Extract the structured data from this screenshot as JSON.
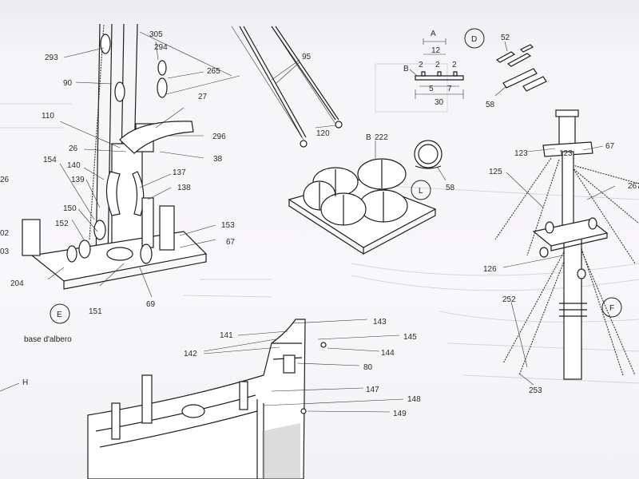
{
  "labels": {
    "mast_base": [
      "293",
      "305",
      "294",
      "265",
      "90",
      "27",
      "110",
      "296",
      "26",
      "38",
      "154",
      "140",
      "137",
      "139",
      "138",
      "150",
      "152",
      "153",
      "67",
      "204",
      "151",
      "69",
      "26",
      "02",
      "03"
    ],
    "center_top": [
      "95",
      "120"
    ],
    "barrels": [
      "B",
      "222",
      "58"
    ],
    "dimensions": {
      "A": "A",
      "B": "B",
      "v12": "12",
      "v2a": "2",
      "v2b": "2",
      "v2c": "2",
      "v5": "5",
      "v7": "7",
      "v30": "30"
    },
    "pulley_parts": [
      "52",
      "58"
    ],
    "mast_top": [
      "123",
      "67",
      "125",
      "267",
      "126",
      "252",
      "253"
    ],
    "hull": [
      "141",
      "143",
      "145",
      "142",
      "144",
      "80",
      "147",
      "148",
      "149",
      "H"
    ]
  },
  "circles": {
    "D": "D",
    "L": "L",
    "E": "E",
    "F": "F"
  },
  "caption": "base d'albero",
  "colors": {
    "ink": "#1e1e1e",
    "paper": "#f8f7fa",
    "ghost": "#d6d4da"
  }
}
